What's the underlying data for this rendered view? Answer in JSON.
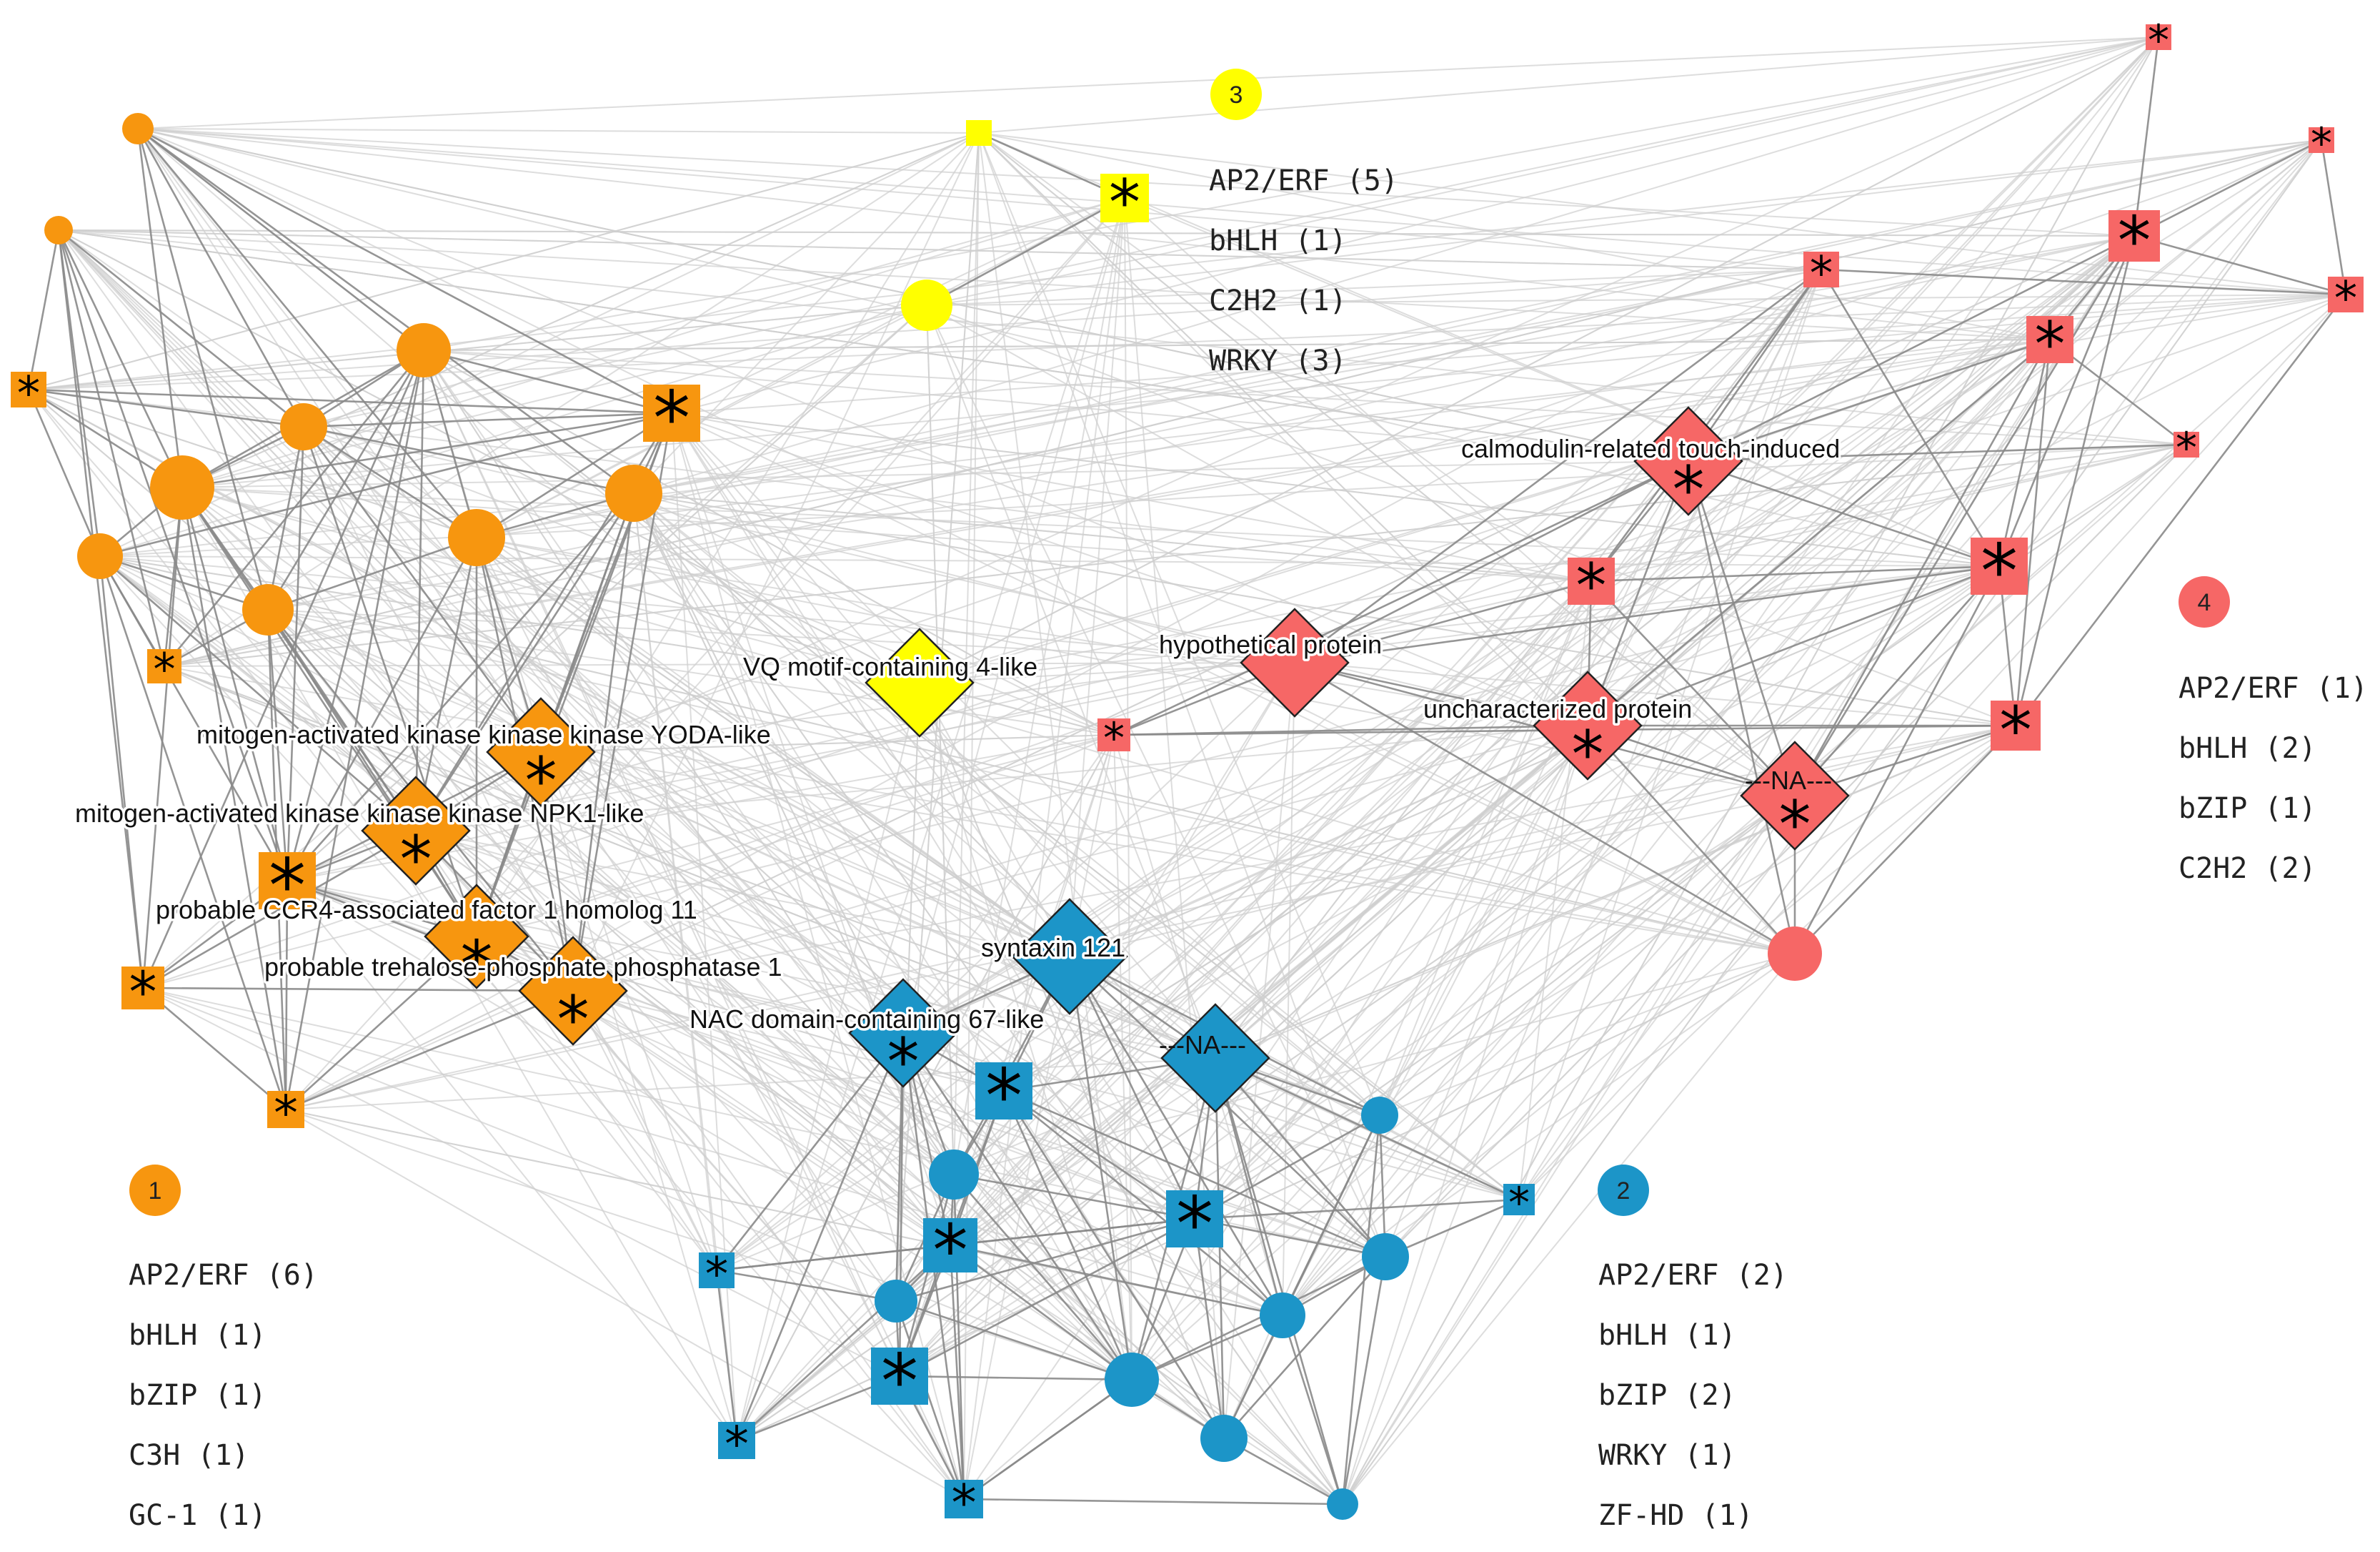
{
  "colors": {
    "cluster1": "#f7960f",
    "cluster2": "#1c95c8",
    "cluster3": "#ffff00",
    "cluster4": "#f66766",
    "edge_strong": "#8a8a8a",
    "edge_weak": "#cfcfcf"
  },
  "star_glyph": "*",
  "legends": [
    {
      "cluster": "1",
      "number": "1",
      "items": [
        "AP2/ERF (6)",
        "bHLH (1)",
        "bZIP (1)",
        "C3H (1)",
        "GC-1 (1)"
      ]
    },
    {
      "cluster": "2",
      "number": "2",
      "items": [
        "AP2/ERF (2)",
        "bHLH (1)",
        "bZIP (2)",
        "WRKY (1)",
        "ZF-HD (1)"
      ]
    },
    {
      "cluster": "3",
      "number": "3",
      "items": [
        "AP2/ERF (5)",
        "bHLH (1)",
        "C2H2 (1)",
        "WRKY (3)"
      ]
    },
    {
      "cluster": "4",
      "number": "4",
      "items": [
        "AP2/ERF (1)",
        "bHLH (2)",
        "bZIP (1)",
        "C2H2 (2)"
      ]
    }
  ],
  "hub_labels": {
    "yoda": "mitogen-activated kinase kinase kinase YODA-like",
    "npk1": "mitogen-activated kinase kinase kinase NPK1-like",
    "ccr4": "probable CCR4-associated factor 1 homolog 11",
    "tpp1": "probable trehalose-phosphate phosphatase 1",
    "vq4": "VQ motif-containing 4-like",
    "syntaxin": "syntaxin 121",
    "nac67": "NAC domain-containing 67-like",
    "na_blue": "---NA---",
    "calmodulin": "calmodulin-related touch-induced",
    "hypothetical": "hypothetical protein",
    "uncharacterized": "uncharacterized protein",
    "na_red": "---NA---"
  }
}
